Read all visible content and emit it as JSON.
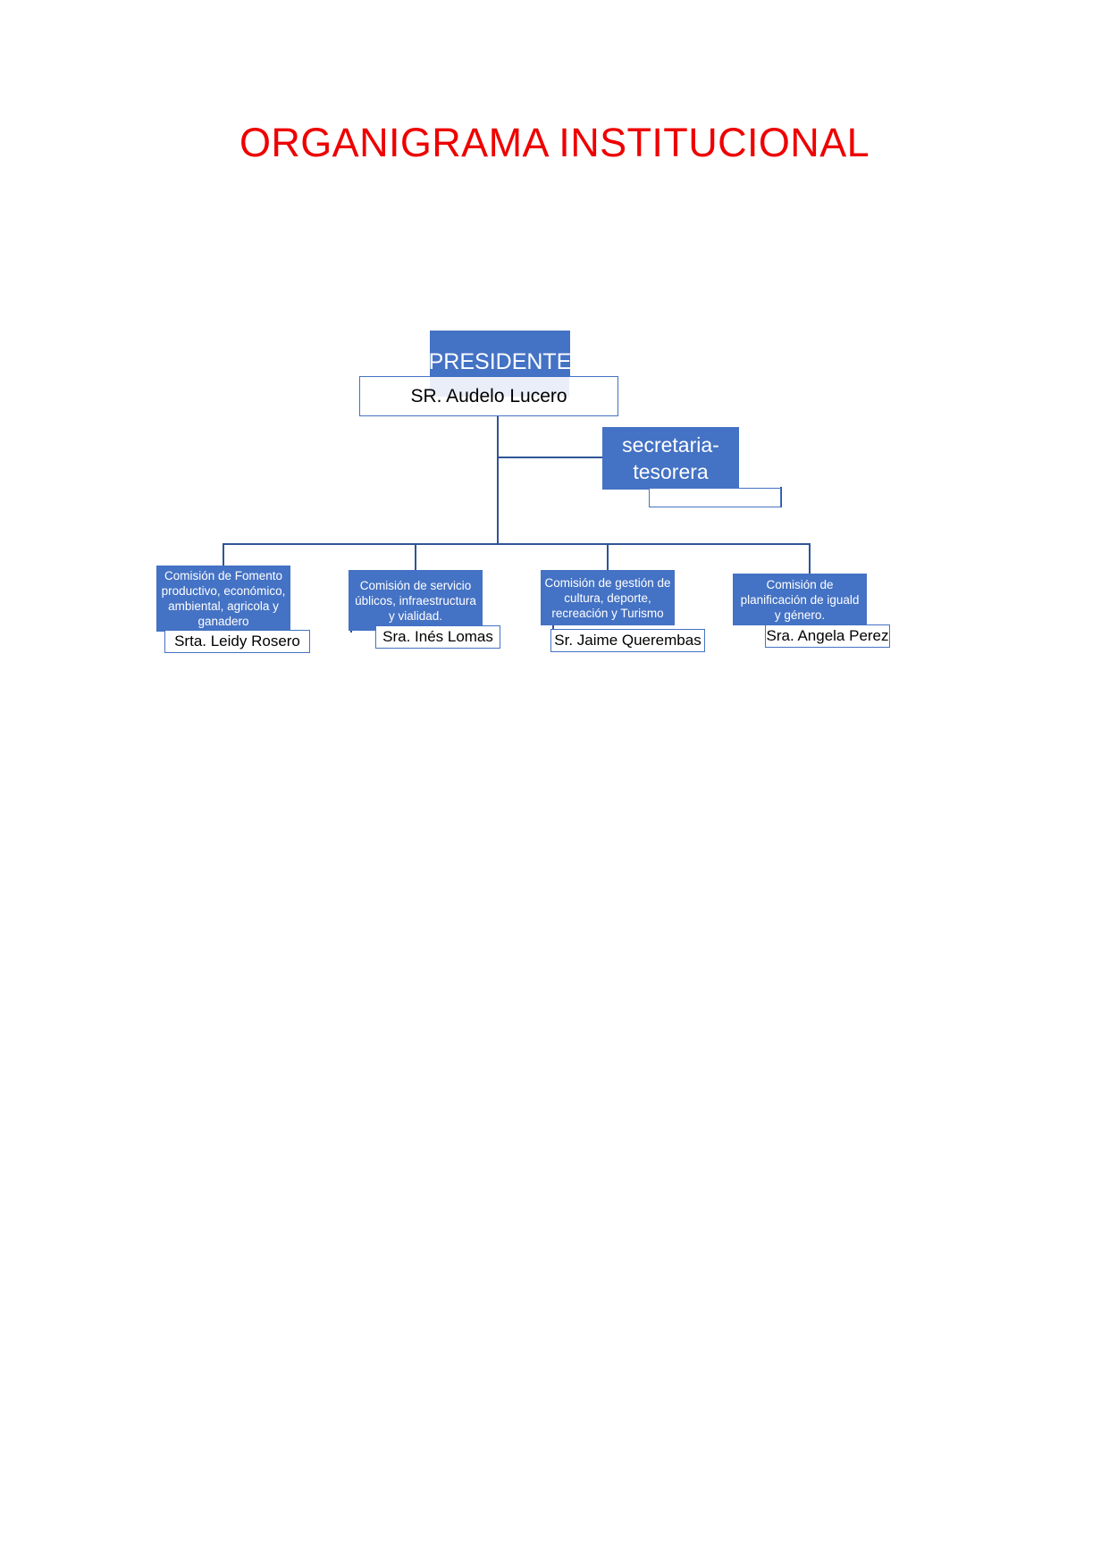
{
  "title": "ORGANIGRAMA INSTITUCIONAL",
  "colors": {
    "title": "#ee0000",
    "node_fill": "#4472c4",
    "node_text": "#ffffff",
    "connector": "#2f5496",
    "name_box_border": "#4472c4",
    "name_box_tint": "#eaeef8"
  },
  "org": {
    "president": {
      "role": "PRESIDENTE",
      "name": "SR. Audelo Lucero"
    },
    "secretary": {
      "role": "secretaria-tesorera",
      "name": ""
    },
    "commissions": [
      {
        "role": "Comisión de Fomento productivo, económico, ambiental, agricola y ganadero",
        "name": "Srta. Leidy Rosero"
      },
      {
        "role": "Comisión de servicio úblicos, infraestructura y vialidad.",
        "name": "Sra. Inés Lomas"
      },
      {
        "role": "Comisión de gestión de cultura, deporte, recreación y Turismo",
        "name": "Sr. Jaime Querembas"
      },
      {
        "role": "Comisión de planificación de iguald y género.",
        "name": "Sra. Angela Perez"
      }
    ]
  }
}
